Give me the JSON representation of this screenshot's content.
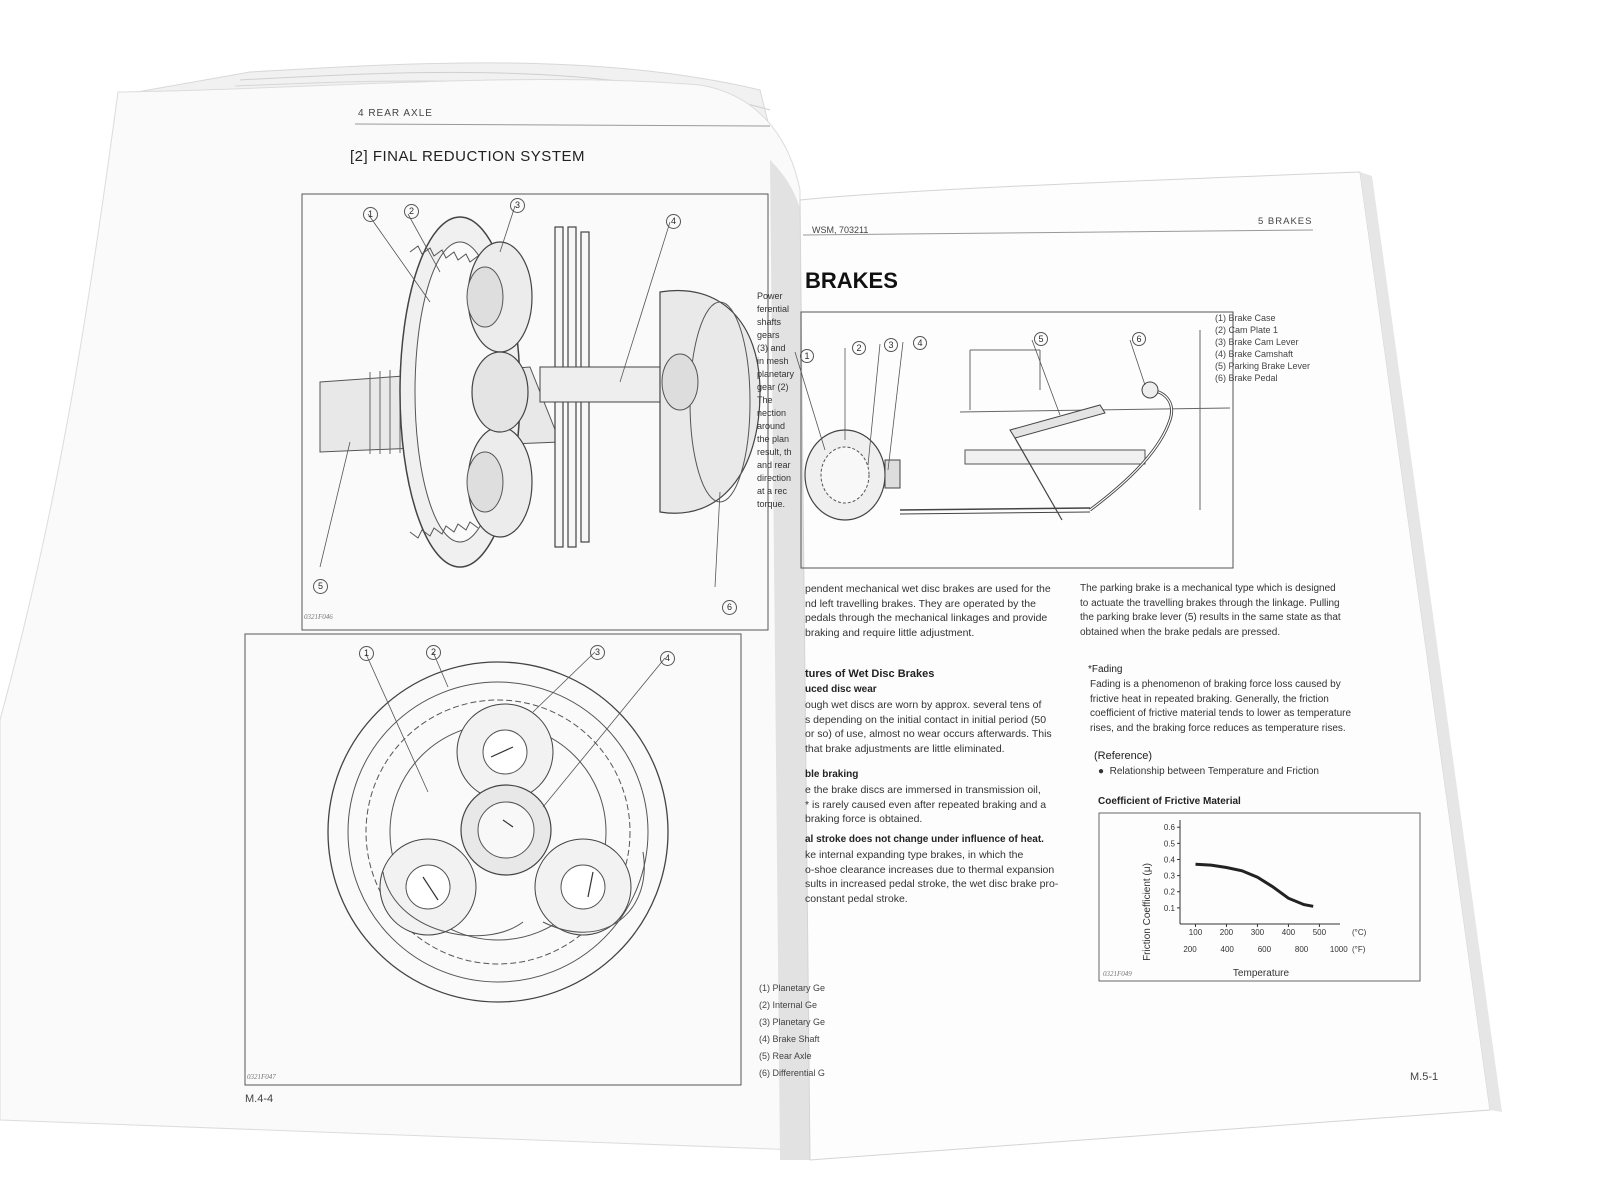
{
  "left_page": {
    "header": "4  REAR AXLE",
    "section_title": "[2]  FINAL REDUCTION SYSTEM",
    "figure_top_caption": "0321F046",
    "figure_bottom_caption": "0321F047",
    "callouts_top": [
      "1",
      "2",
      "3",
      "4",
      "5",
      "6"
    ],
    "callouts_bottom": [
      "1",
      "2",
      "3",
      "4"
    ],
    "parts_list": [
      "(1)  Planetary Ge",
      "(2)  Internal Ge",
      "(3)  Planetary Ge",
      "(4)  Brake Shaft",
      "(5)  Rear Axle",
      "(6)  Differential G"
    ],
    "margin_text": [
      "Power",
      "ferential",
      "shafts",
      "gears",
      "(3) and",
      "in mesh",
      "planetary",
      "gear (2)",
      "The",
      "nection",
      "around",
      "the plan",
      "result, th",
      "and rear",
      "direction",
      "at a rec",
      "torque."
    ],
    "page_number": "M.4-4"
  },
  "right_page": {
    "header_left": "WSM, 703211",
    "header_right": "5  BRAKES",
    "title": "BRAKES",
    "callouts": [
      "1",
      "2",
      "3",
      "4",
      "5",
      "6"
    ],
    "figure_legend": [
      "(1)  Brake Case",
      "(2)  Cam Plate 1",
      "(3)  Brake Cam Lever",
      "(4)  Brake Camshaft",
      "(5)  Parking Brake Lever",
      "(6)  Brake Pedal"
    ],
    "col1_intro": [
      "pendent mechanical wet disc brakes are used for the",
      "nd left travelling brakes. They are operated by the",
      "pedals through the mechanical linkages and provide",
      "braking and require little adjustment."
    ],
    "features_heading": "tures of Wet Disc Brakes",
    "feature1_heading": "uced disc wear",
    "feature1_text": [
      "ough wet discs are worn by approx. several tens of",
      "s depending on the initial contact in initial period (50",
      "or so) of use, almost no wear occurs afterwards. This",
      "that brake adjustments are little eliminated."
    ],
    "feature2_heading": "ble braking",
    "feature2_text": [
      "e the brake discs are immersed in transmission oil,",
      "*  is rarely caused even after repeated braking and a",
      "braking force is obtained."
    ],
    "feature3_heading": "al stroke does not change under influence of heat.",
    "feature3_text": [
      "ke internal expanding type brakes, in which the",
      "o-shoe clearance increases due to thermal expansion",
      "sults in increased pedal stroke, the wet disc brake pro-",
      "constant pedal stroke."
    ],
    "col2_intro": [
      "The parking brake is a mechanical type which is designed",
      "to actuate the travelling brakes through the linkage. Pulling",
      "the parking brake lever  (5)  results in the same state as that",
      "obtained when the brake pedals are pressed."
    ],
    "fading_heading": "*Fading",
    "fading_text": [
      "Fading is a phenomenon of braking force loss caused by",
      "frictive heat in repeated braking. Generally, the friction",
      "coefficient of frictive material tends to lower as temperature",
      "rises, and the braking force reduces as temperature rises."
    ],
    "reference_heading": "(Reference)",
    "reference_bullet": "Relationship between Temperature and Friction",
    "chart_title": "Coefficient of Frictive Material",
    "chart_caption": "0321F049",
    "page_number": "M.5-1"
  },
  "chart_data": {
    "type": "line",
    "title": "Coefficient of Frictive Material",
    "xlabel": "Temperature",
    "ylabel": "Friction Coefficient (μ)",
    "x_unit_c": "(°C)",
    "x_unit_f": "(°F)",
    "x_ticks_c": [
      "100",
      "200",
      "300",
      "400",
      "500"
    ],
    "x_ticks_f": [
      "200",
      "400",
      "600",
      "800",
      "1000"
    ],
    "y_ticks": [
      "0.1",
      "0.2",
      "0.3",
      "0.4",
      "0.5",
      "0.6"
    ],
    "xlim": [
      50,
      560
    ],
    "ylim": [
      0,
      0.62
    ],
    "series": [
      {
        "x": [
          100,
          150,
          200,
          250,
          300,
          350,
          400,
          450,
          480
        ],
        "y": [
          0.37,
          0.365,
          0.35,
          0.33,
          0.29,
          0.23,
          0.16,
          0.12,
          0.11
        ]
      }
    ]
  }
}
